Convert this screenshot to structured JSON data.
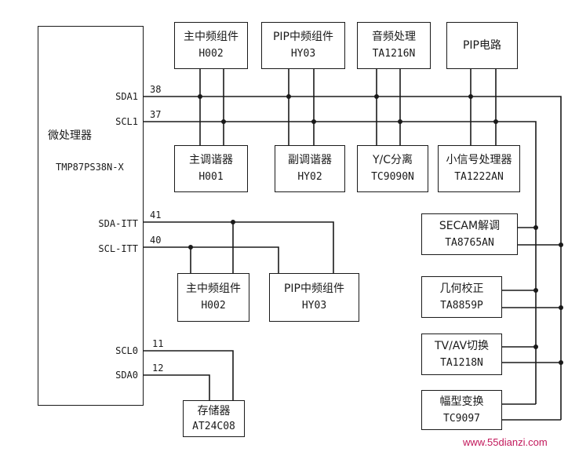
{
  "mcu": {
    "name": "微处理器",
    "model": "TMP87PS38N-X",
    "pins": {
      "sda1": "SDA1",
      "scl1": "SCL1",
      "sda_itt": "SDA-ITT",
      "scl_itt": "SCL-ITT",
      "scl0": "SCL0",
      "sda0": "SDA0"
    }
  },
  "pin_numbers": {
    "sda1": "38",
    "scl1": "37",
    "sda_itt": "41",
    "scl_itt": "40",
    "scl0": "11",
    "sda0": "12"
  },
  "bus1_top": [
    {
      "name": "主中频组件",
      "model": "H002"
    },
    {
      "name": "PIP中频组件",
      "model": "HY03"
    },
    {
      "name": "音频处理",
      "model": "TA1216N"
    },
    {
      "name": "PIP电路"
    }
  ],
  "bus1_bottom": [
    {
      "name": "主调谐器",
      "model": "H001"
    },
    {
      "name": "副调谐器",
      "model": "HY02"
    },
    {
      "name": "Y/C分离",
      "model": "TC9090N"
    },
    {
      "name": "小信号处理器",
      "model": "TA1222AN"
    }
  ],
  "bus1_right": [
    {
      "name": "SECAM解调",
      "model": "TA8765AN"
    },
    {
      "name": "几何校正",
      "model": "TA8859P"
    },
    {
      "name": "TV/AV切换",
      "model": "TA1218N"
    },
    {
      "name": "幅型变换",
      "model": "TC9097"
    }
  ],
  "itt_bus": [
    {
      "name": "主中频组件",
      "model": "H002"
    },
    {
      "name": "PIP中频组件",
      "model": "HY03"
    }
  ],
  "bus0": [
    {
      "name": "存储器",
      "model": "AT24C08"
    }
  ],
  "watermark": "www.55dianzi.com"
}
